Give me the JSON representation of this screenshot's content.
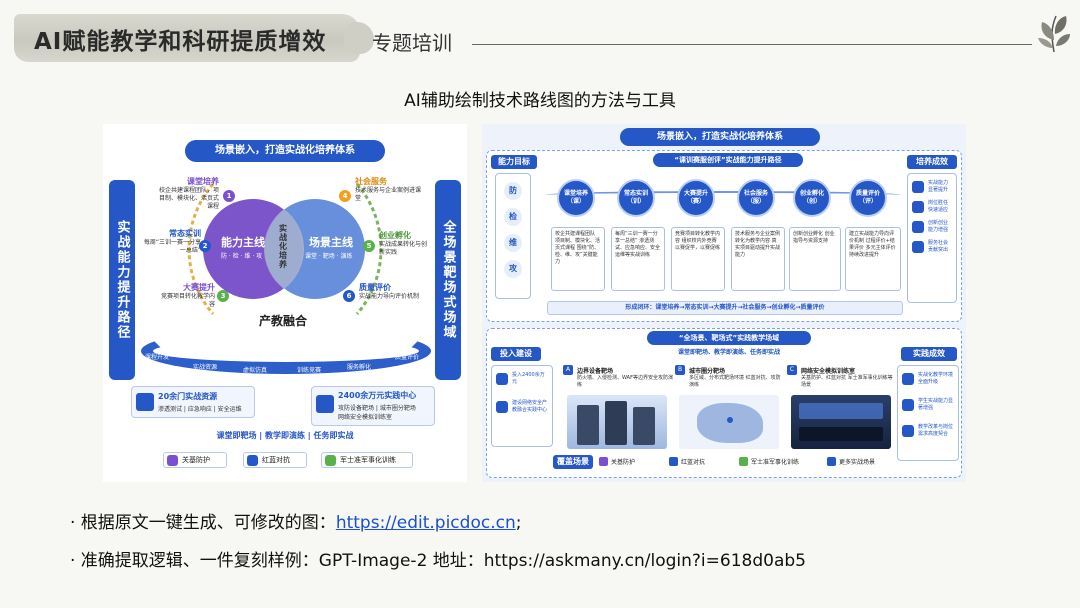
{
  "header": {
    "main_title": "AI赋能教学和科研提质增效",
    "sub_title": "专题培训"
  },
  "heading": "AI辅助绘制技术路线图的方法与工具",
  "left_figure": {
    "top_title": "场景嵌入，打造实战化培养体系",
    "left_side": "实战能力提升路径",
    "right_side": "全场景靶场式场域",
    "ring_left_title": "能力主线",
    "ring_left_sub": "防 · 检 · 维 · 攻",
    "ring_center": "实战化培养",
    "ring_right_title": "场景主线",
    "ring_right_sub": "课堂 · 靶场 · 演练",
    "items_left": [
      {
        "num": "1",
        "title": "课堂培养",
        "desc": "校企共建课程团队，项目制、模块化、活页式课程"
      },
      {
        "num": "2",
        "title": "常态实训",
        "desc": "每周“三训一赛一分享一总结”"
      },
      {
        "num": "3",
        "title": "大赛提升",
        "desc": "竞赛项目转化教学内容"
      }
    ],
    "items_right": [
      {
        "num": "4",
        "title": "社会服务",
        "desc": "技术服务与企业案例进课堂"
      },
      {
        "num": "5",
        "title": "创业孵化",
        "desc": "实战成果转化与创新实践"
      },
      {
        "num": "6",
        "title": "质量评价",
        "desc": "实战能力导向评价机制"
      }
    ],
    "center_label": "产教融合",
    "band": [
      "课程开发",
      "实战资源",
      "虚拟仿真",
      "训练竞赛",
      "服务孵化",
      "质量评价"
    ],
    "box1_title": "20余门实战资源",
    "box1_desc": "渗透测试 | 应急响应 | 安全运维",
    "box2_title": "2400余万元实践中心",
    "box2_desc1": "攻防设备靶场 | 城市圈分靶场",
    "box2_desc2": "网络安全模拟训练室",
    "tri": "课堂即靶场  |  教学即演练  |  任务即实战",
    "tags": [
      "关基防护",
      "红蓝对抗",
      "军士准军事化训练"
    ]
  },
  "right_figure": {
    "top_title": "场景嵌入，打造实战化培养体系",
    "sub_title": "“课训赛服创评”实战能力提升路径",
    "ability_head": "能力目标",
    "ability": [
      "防",
      "检",
      "维",
      "攻"
    ],
    "result_head": "培养成效",
    "results": [
      "实战能力显著提升",
      "岗位胜任快速适应",
      "创新创业能力增强",
      "服务社会贡献突出"
    ],
    "steps": [
      "课堂培养（课）",
      "常态实训（训）",
      "大赛提升（赛）",
      "社会服务（服）",
      "创业孵化（创）",
      "质量评价（评）"
    ],
    "cards": [
      "校企共建课程团队 项目制、模块化、活页式课程 围绕“防、检、维、攻”关键能力",
      "每周“三训一赛一分享一总结” 渗透测试、应急响应、安全运维等实战训练",
      "竞赛项目转化教学内容 组织校内外竞赛 以赛促学，以赛促练",
      "技术服务与企业案例转化为教学内容 真实项目驱动提升实战能力",
      "创新创业孵化 创业指导与资源支持",
      "建立实战能力导向评价机制 过程评价+结果评价 多元主体评价 持续改进提升"
    ],
    "loop": "形成闭环：课堂培养→常态实训→大赛提升→社会服务→创业孵化→质量评价",
    "bottom_title": "“全场景、靶场式”实践教学场域",
    "bottom_sub": "课堂即靶场、教学即演练、任务即实战",
    "invest_head": "投入建设",
    "invest": [
      "投入2400余万元",
      "建设网络安全产教融合实践中心"
    ],
    "practice_head": "实践成效",
    "practice": [
      "实战化教学环境全面升级",
      "学生实战能力显著增强",
      "教学改革与岗位需求高度契合"
    ],
    "scenes": [
      {
        "label": "A",
        "title": "边界设备靶场",
        "desc": "防火墙、入侵检测、WAF等边界安全攻防演练"
      },
      {
        "label": "B",
        "title": "城市圈分靶场",
        "desc": "多区域、分布式靶场环境 红蓝对抗、攻防演练"
      },
      {
        "label": "C",
        "title": "网络安全模拟训练室",
        "desc": "关基防护、红蓝对抗 军士准军事化训练等场景"
      }
    ],
    "cover_head": "覆盖场景",
    "cover": [
      "关基防护",
      "红蓝对抗",
      "军士准军事化训练",
      "更多实战场景"
    ]
  },
  "bullets": {
    "b1_prefix": "· 根据原文一键生成、可修改的图：",
    "b1_link": "https://edit.picdoc.cn",
    "b1_suffix": ";",
    "b2": "· 准确提取逻辑、一件复刻样例：GPT-Image-2 地址：https://askmany.cn/login?i=618d0ab5"
  },
  "colors": {
    "brand_blue": "#2557c6",
    "accent_orange": "#f0a020",
    "accent_green": "#5ab04a",
    "accent_purple": "#7a4fd0"
  }
}
